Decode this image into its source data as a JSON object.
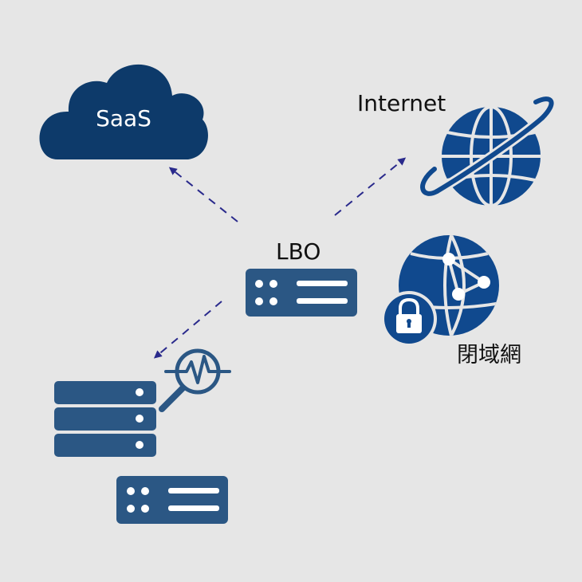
{
  "nodes": {
    "saas": "SaaS",
    "internet": "Internet",
    "lbo": "LBO",
    "closed_network": "閉域網"
  },
  "icons": {
    "saas": "cloud-icon",
    "internet": "globe-icon",
    "lbo": "server-icon",
    "closed_network": "secure-network-globe-icon",
    "monitoring": "monitoring-magnifier-icon",
    "datacenter": "server-rack-icon"
  },
  "colors": {
    "background": "#e6e6e6",
    "cloud": "#0d3a6a",
    "server": "#2b5784",
    "globe": "#10498e",
    "arrow": "#2a2a8c"
  }
}
